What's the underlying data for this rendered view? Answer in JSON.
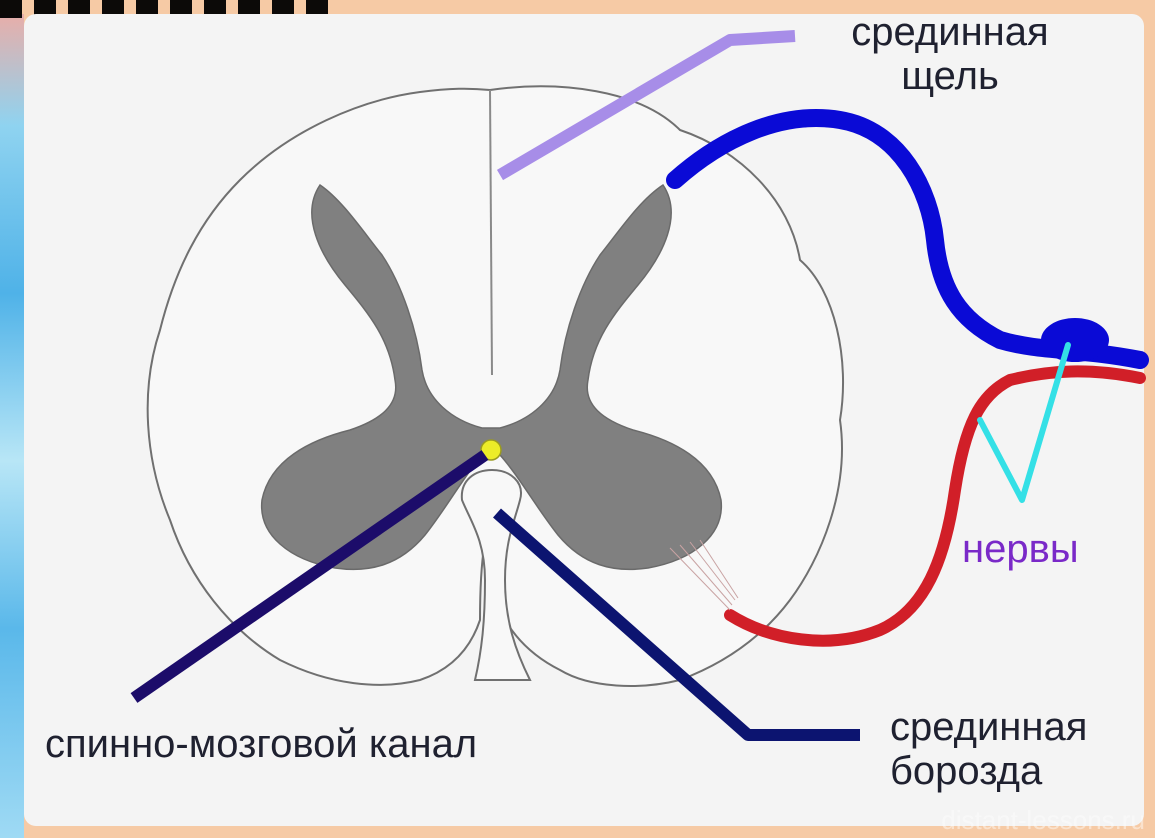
{
  "labels": {
    "median_fissure_line1": "срединная",
    "median_fissure_line2": "щель",
    "nerves": "нервы",
    "spinal_canal": "спинно-мозговой канал",
    "median_sulcus_line1": "срединная",
    "median_sulcus_line2": "борозда"
  },
  "watermark": "distant-lessons.ru",
  "colors": {
    "panel_background": "#f4f4f4",
    "frame": "#f6caa5",
    "gray_matter": "#808080",
    "central_canal": "#ecec28",
    "fissure_pointer": "#a78de8",
    "dorsal_root": "#0a0ad6",
    "ventral_root": "#d11f28",
    "nerve_pointer": "#34e0e6",
    "canal_pointer": "#1c0c6a",
    "sulcus_pointer": "#0c1470",
    "label_text": "#1f2130",
    "nerves_label_text": "#7a29c8"
  }
}
